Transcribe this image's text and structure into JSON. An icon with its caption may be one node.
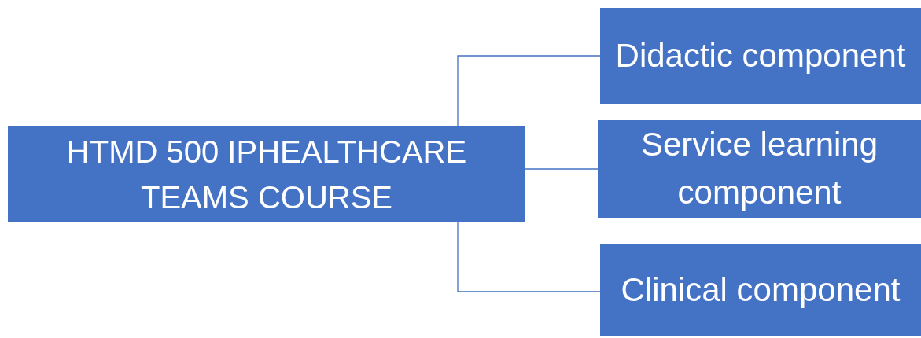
{
  "diagram": {
    "nodes": [
      {
        "text": [
          "HTMD 500 IPHEALTHCARE TEAMS COURSE"
        ]
      },
      {
        "text": [
          "Didactic component"
        ]
      },
      {
        "text": [
          "Service learning component"
        ]
      },
      {
        "text": [
          "Clinical component"
        ]
      }
    ],
    "edges": [
      {
        "from": 0,
        "to": 1,
        "arrow": "none"
      },
      {
        "from": 0,
        "to": 2,
        "arrow": "none"
      },
      {
        "from": 0,
        "to": 3,
        "arrow": "none"
      }
    ]
  }
}
